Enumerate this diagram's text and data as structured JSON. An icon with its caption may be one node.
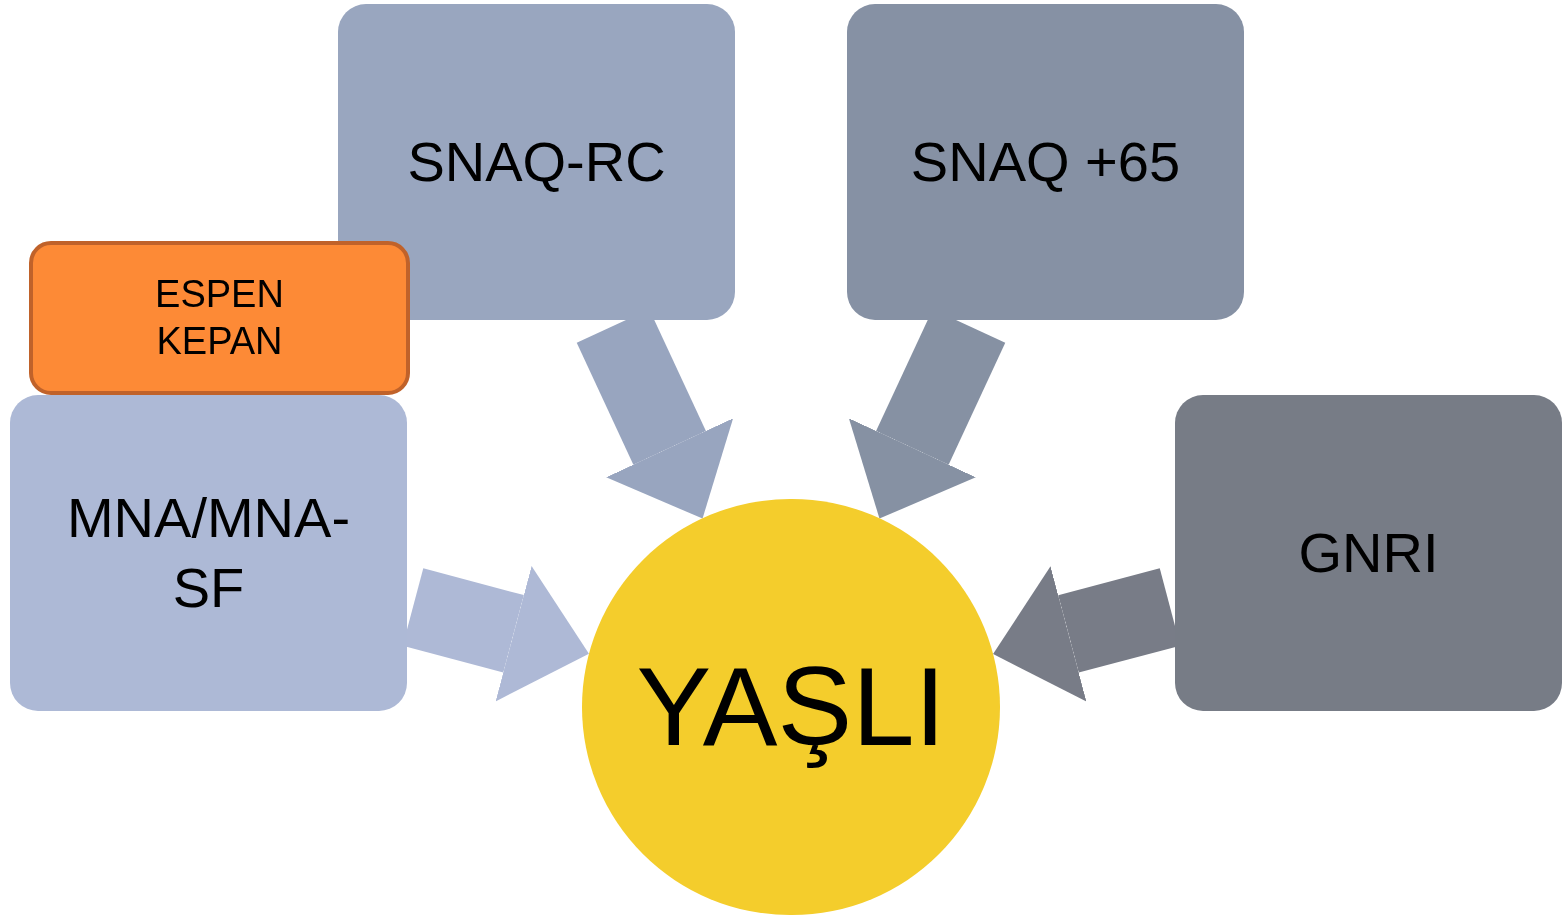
{
  "diagram": {
    "nodes": [
      {
        "text": [
          "SNAQ-RC"
        ]
      },
      {
        "text": [
          "SNAQ +65"
        ]
      },
      {
        "text": [
          "ESPEN",
          "KEPAN"
        ]
      },
      {
        "text": [
          "MNA/MNA-SF"
        ]
      },
      {
        "text": [
          "GNRI"
        ]
      },
      {
        "text": [
          "YAŞLI"
        ]
      }
    ],
    "edges": [
      {
        "from": 0,
        "to": 5,
        "arrow": "to",
        "color": "#98a5bf"
      },
      {
        "from": 1,
        "to": 5,
        "arrow": "to",
        "color": "#8691a3"
      },
      {
        "from": 3,
        "to": 5,
        "arrow": "to",
        "color": "#aeb9d6"
      },
      {
        "from": 4,
        "to": 5,
        "arrow": "to",
        "color": "#787c87"
      }
    ]
  }
}
